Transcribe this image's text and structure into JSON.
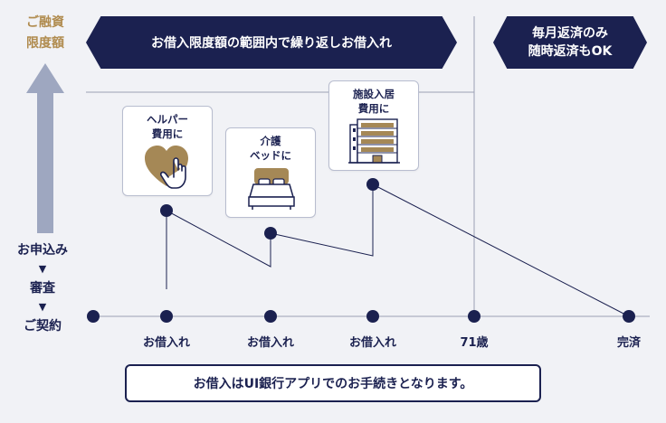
{
  "y_axis_label": {
    "line1": "ご融資",
    "line2": "限度額"
  },
  "stages": {
    "apply": "お申込み",
    "review": "審査",
    "contract": "ご契約",
    "arrow": "▼"
  },
  "banners": {
    "main": "お借入限度額の範囲内で繰り返しお借入れ",
    "side_line1": "毎月返済のみ",
    "side_line2": "随時返済もOK"
  },
  "cards": [
    {
      "line1": "ヘルパー",
      "line2": "費用に",
      "icon": "heart-hand-icon"
    },
    {
      "line1": "介護",
      "line2": "ベッドに",
      "icon": "bed-icon"
    },
    {
      "line1": "施設入居",
      "line2": "費用に",
      "icon": "building-icon"
    }
  ],
  "x_labels": [
    "お借入れ",
    "お借入れ",
    "お借入れ",
    "71歳",
    "完済"
  ],
  "note": "お借入はUI銀行アプリでのお手続きとなります。",
  "colors": {
    "navy": "#1b2150",
    "gold": "#b08b4e",
    "arrow_gray": "#9ea7c0",
    "bg": "#f1f2f6"
  }
}
